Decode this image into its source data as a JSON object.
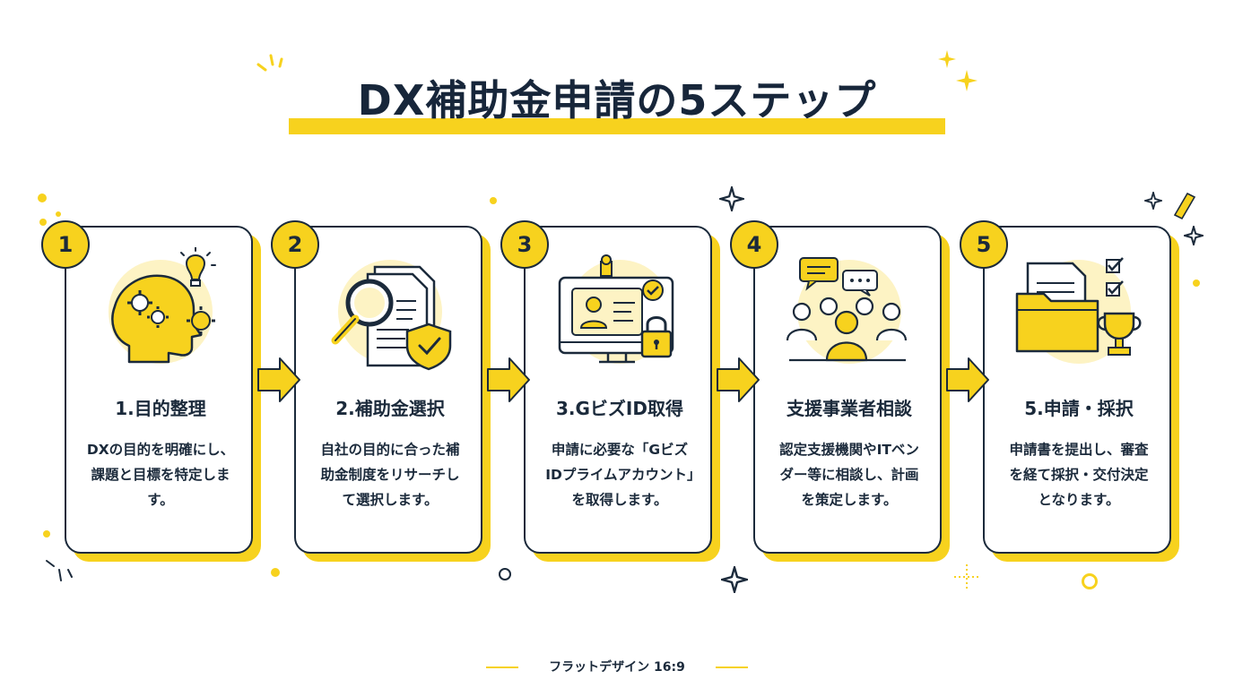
{
  "title": "DX補助金申請の5ステップ",
  "steps": [
    {
      "number": "1",
      "title": "1.目的整理",
      "desc": "DXの目的を明確にし、課題と目標を特定します。",
      "icon": "head-gears-icon"
    },
    {
      "number": "2",
      "title": "2.補助金選択",
      "desc": "自社の目的に合った補助金制度をリサーチして選択します。",
      "icon": "magnifier-document-shield-icon"
    },
    {
      "number": "3",
      "title": "3.GビズID取得",
      "desc": "申請に必要な「GビズIDプライムアカウント」を取得します。",
      "icon": "monitor-id-lock-icon"
    },
    {
      "number": "4",
      "title": "支援事業者相談",
      "desc": "認定支援機関やITベンダー等に相談し、計画を策定します。",
      "icon": "meeting-chat-icon"
    },
    {
      "number": "5",
      "title": "5.申請・採択",
      "desc": "申請書を提出し、審査を経て採択・交付決定となります。",
      "icon": "folder-trophy-checklist-icon"
    }
  ],
  "footer": "フラットデザイン 16:9",
  "colors": {
    "accent": "#f7d21e",
    "ink": "#1b2a3b",
    "soft": "#fdf3c4"
  }
}
